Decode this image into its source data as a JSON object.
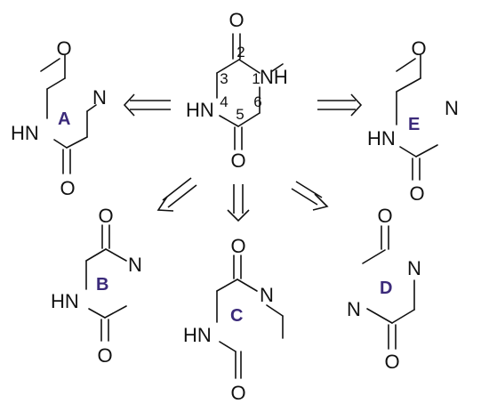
{
  "atoms": {
    "o": "O",
    "n": "N",
    "nh": "NH",
    "hn": "HN"
  },
  "ring_positions": [
    "1",
    "2",
    "3",
    "4",
    "5",
    "6"
  ],
  "fragments": {
    "A": "A",
    "B": "B",
    "C": "C",
    "D": "D",
    "E": "E"
  },
  "colors": {
    "ink": "#111111",
    "fragment_label": "#3b2a7a"
  }
}
